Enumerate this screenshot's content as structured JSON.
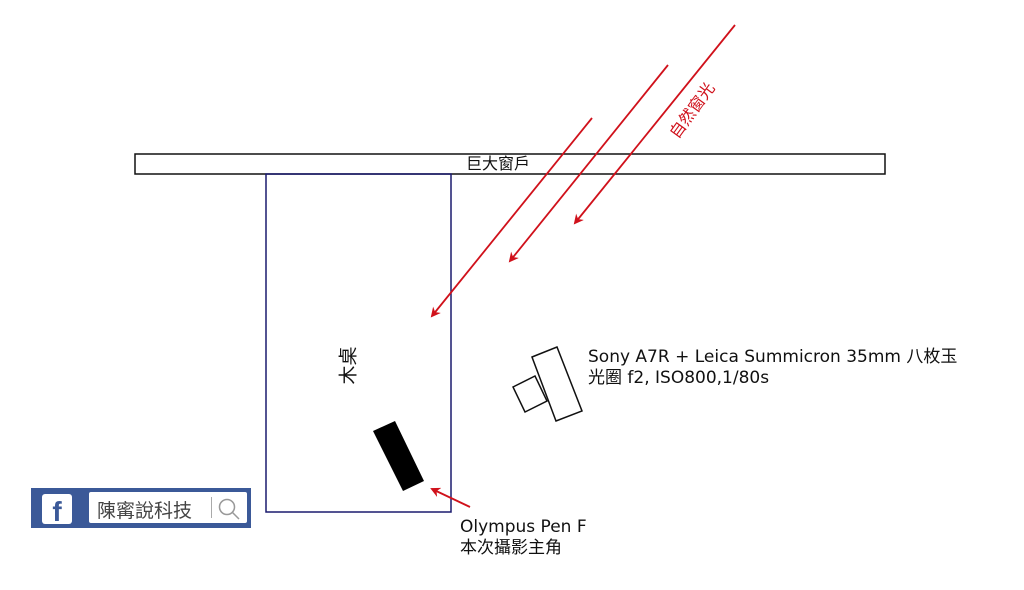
{
  "window_label": "巨大窗戶",
  "light_label": "自然窗光",
  "table_label": "木桌",
  "camera_caption": {
    "line1": "Sony A7R + Leica Summicron 35mm 八枚玉",
    "line2": "光圈 f2, ISO800,1/80s"
  },
  "subject_caption": {
    "line1": "Olympus Pen F",
    "line2": "本次攝影主角"
  },
  "watermark": {
    "icon": "facebook-icon",
    "text": "陳寗說科技",
    "search_icon": "search-icon"
  },
  "colors": {
    "arrow": "#d0111b",
    "table": "#1a1a6e",
    "fb": "#3b5998"
  }
}
